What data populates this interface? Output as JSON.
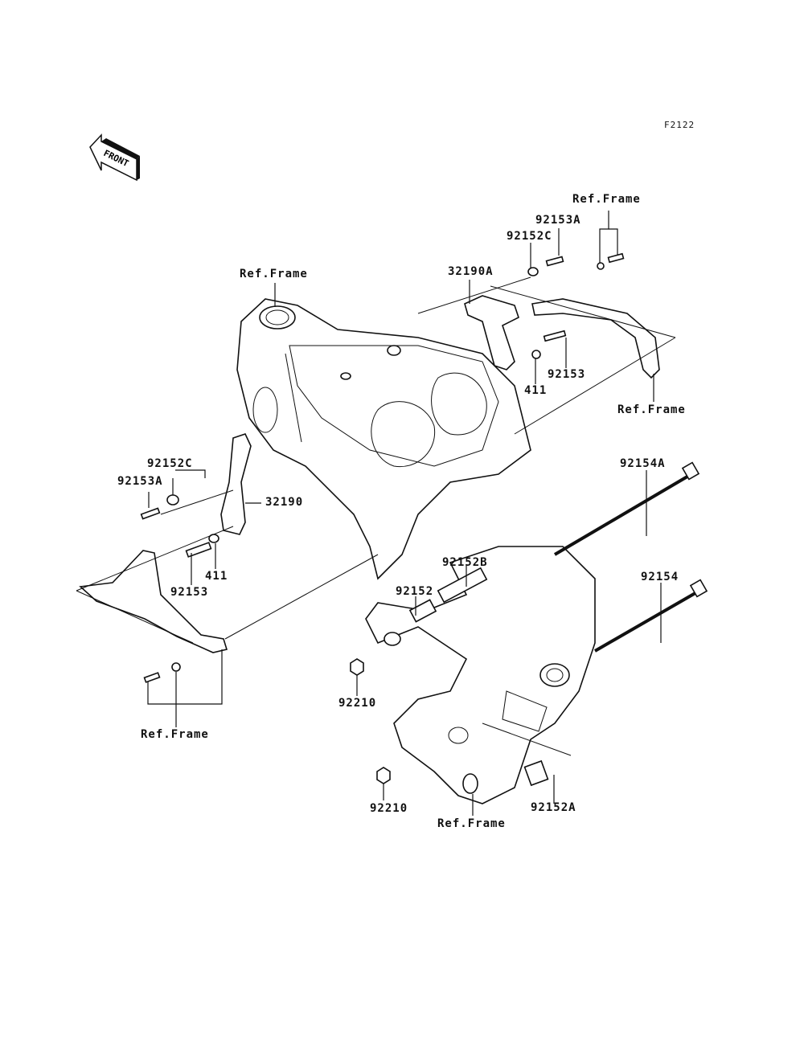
{
  "figure_code": "F2122",
  "front_arrow": {
    "text": "FRONT",
    "icon": "front-arrow-icon"
  },
  "labels": [
    {
      "id": "ref-frame-top-right",
      "text": "Ref.Frame"
    },
    {
      "id": "92153A-top",
      "text": "92153A"
    },
    {
      "id": "92152C-top",
      "text": "92152C"
    },
    {
      "id": "32190A",
      "text": "32190A"
    },
    {
      "id": "ref-frame-top-left",
      "text": "Ref.Frame"
    },
    {
      "id": "92153-top",
      "text": "92153"
    },
    {
      "id": "411-top",
      "text": "411"
    },
    {
      "id": "ref-frame-right",
      "text": "Ref.Frame"
    },
    {
      "id": "92152C-left",
      "text": "92152C"
    },
    {
      "id": "92153A-left",
      "text": "92153A"
    },
    {
      "id": "32190",
      "text": "32190"
    },
    {
      "id": "411-left",
      "text": "411"
    },
    {
      "id": "92153-left",
      "text": "92153"
    },
    {
      "id": "92154A",
      "text": "92154A"
    },
    {
      "id": "92154",
      "text": "92154"
    },
    {
      "id": "92152B",
      "text": "92152B"
    },
    {
      "id": "92152",
      "text": "92152"
    },
    {
      "id": "92210-upper",
      "text": "92210"
    },
    {
      "id": "ref-frame-bottom-left",
      "text": "Ref.Frame"
    },
    {
      "id": "92210-lower",
      "text": "92210"
    },
    {
      "id": "ref-frame-bottom",
      "text": "Ref.Frame"
    },
    {
      "id": "92152A",
      "text": "92152A"
    }
  ]
}
